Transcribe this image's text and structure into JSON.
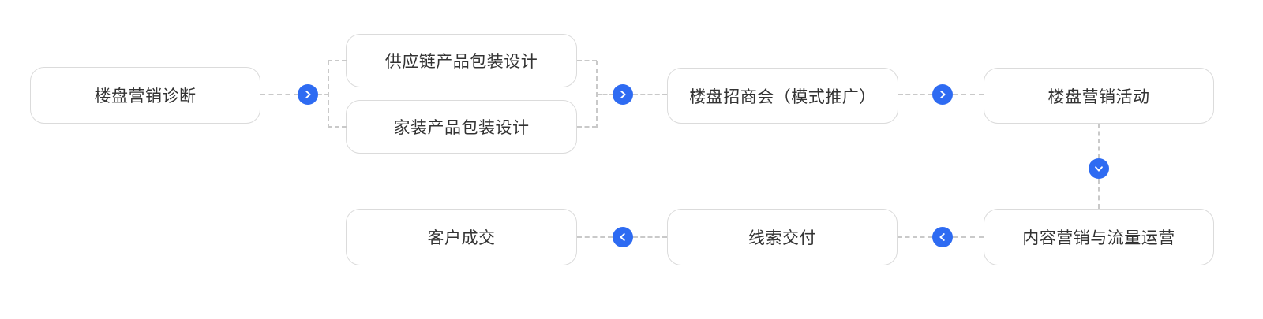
{
  "colors": {
    "accent_blue": "#2E6BF2",
    "box_border": "#DBDBDB",
    "connector_gray": "#C9C9C9",
    "text": "#333333",
    "background": "#FFFFFF"
  },
  "flow": {
    "nodes": {
      "diagnosis": "楼盘营销诊断",
      "supply_chain_packaging": "供应链产品包装设计",
      "home_decor_packaging": "家装产品包装设计",
      "investment_meeting": "楼盘招商会（模式推广）",
      "marketing_activity": "楼盘营销活动",
      "content_traffic": "内容营销与流量运营",
      "lead_delivery": "线索交付",
      "customer_deal": "客户成交"
    },
    "arrows": [
      {
        "id": "a1",
        "direction": "right",
        "from": "diagnosis",
        "to": "packaging-branch"
      },
      {
        "id": "a2",
        "direction": "right",
        "from": "packaging-branch",
        "to": "investment_meeting"
      },
      {
        "id": "a3",
        "direction": "right",
        "from": "investment_meeting",
        "to": "marketing_activity"
      },
      {
        "id": "a4",
        "direction": "down",
        "from": "marketing_activity",
        "to": "content_traffic"
      },
      {
        "id": "a5",
        "direction": "left",
        "from": "content_traffic",
        "to": "lead_delivery"
      },
      {
        "id": "a6",
        "direction": "left",
        "from": "lead_delivery",
        "to": "customer_deal"
      }
    ]
  }
}
